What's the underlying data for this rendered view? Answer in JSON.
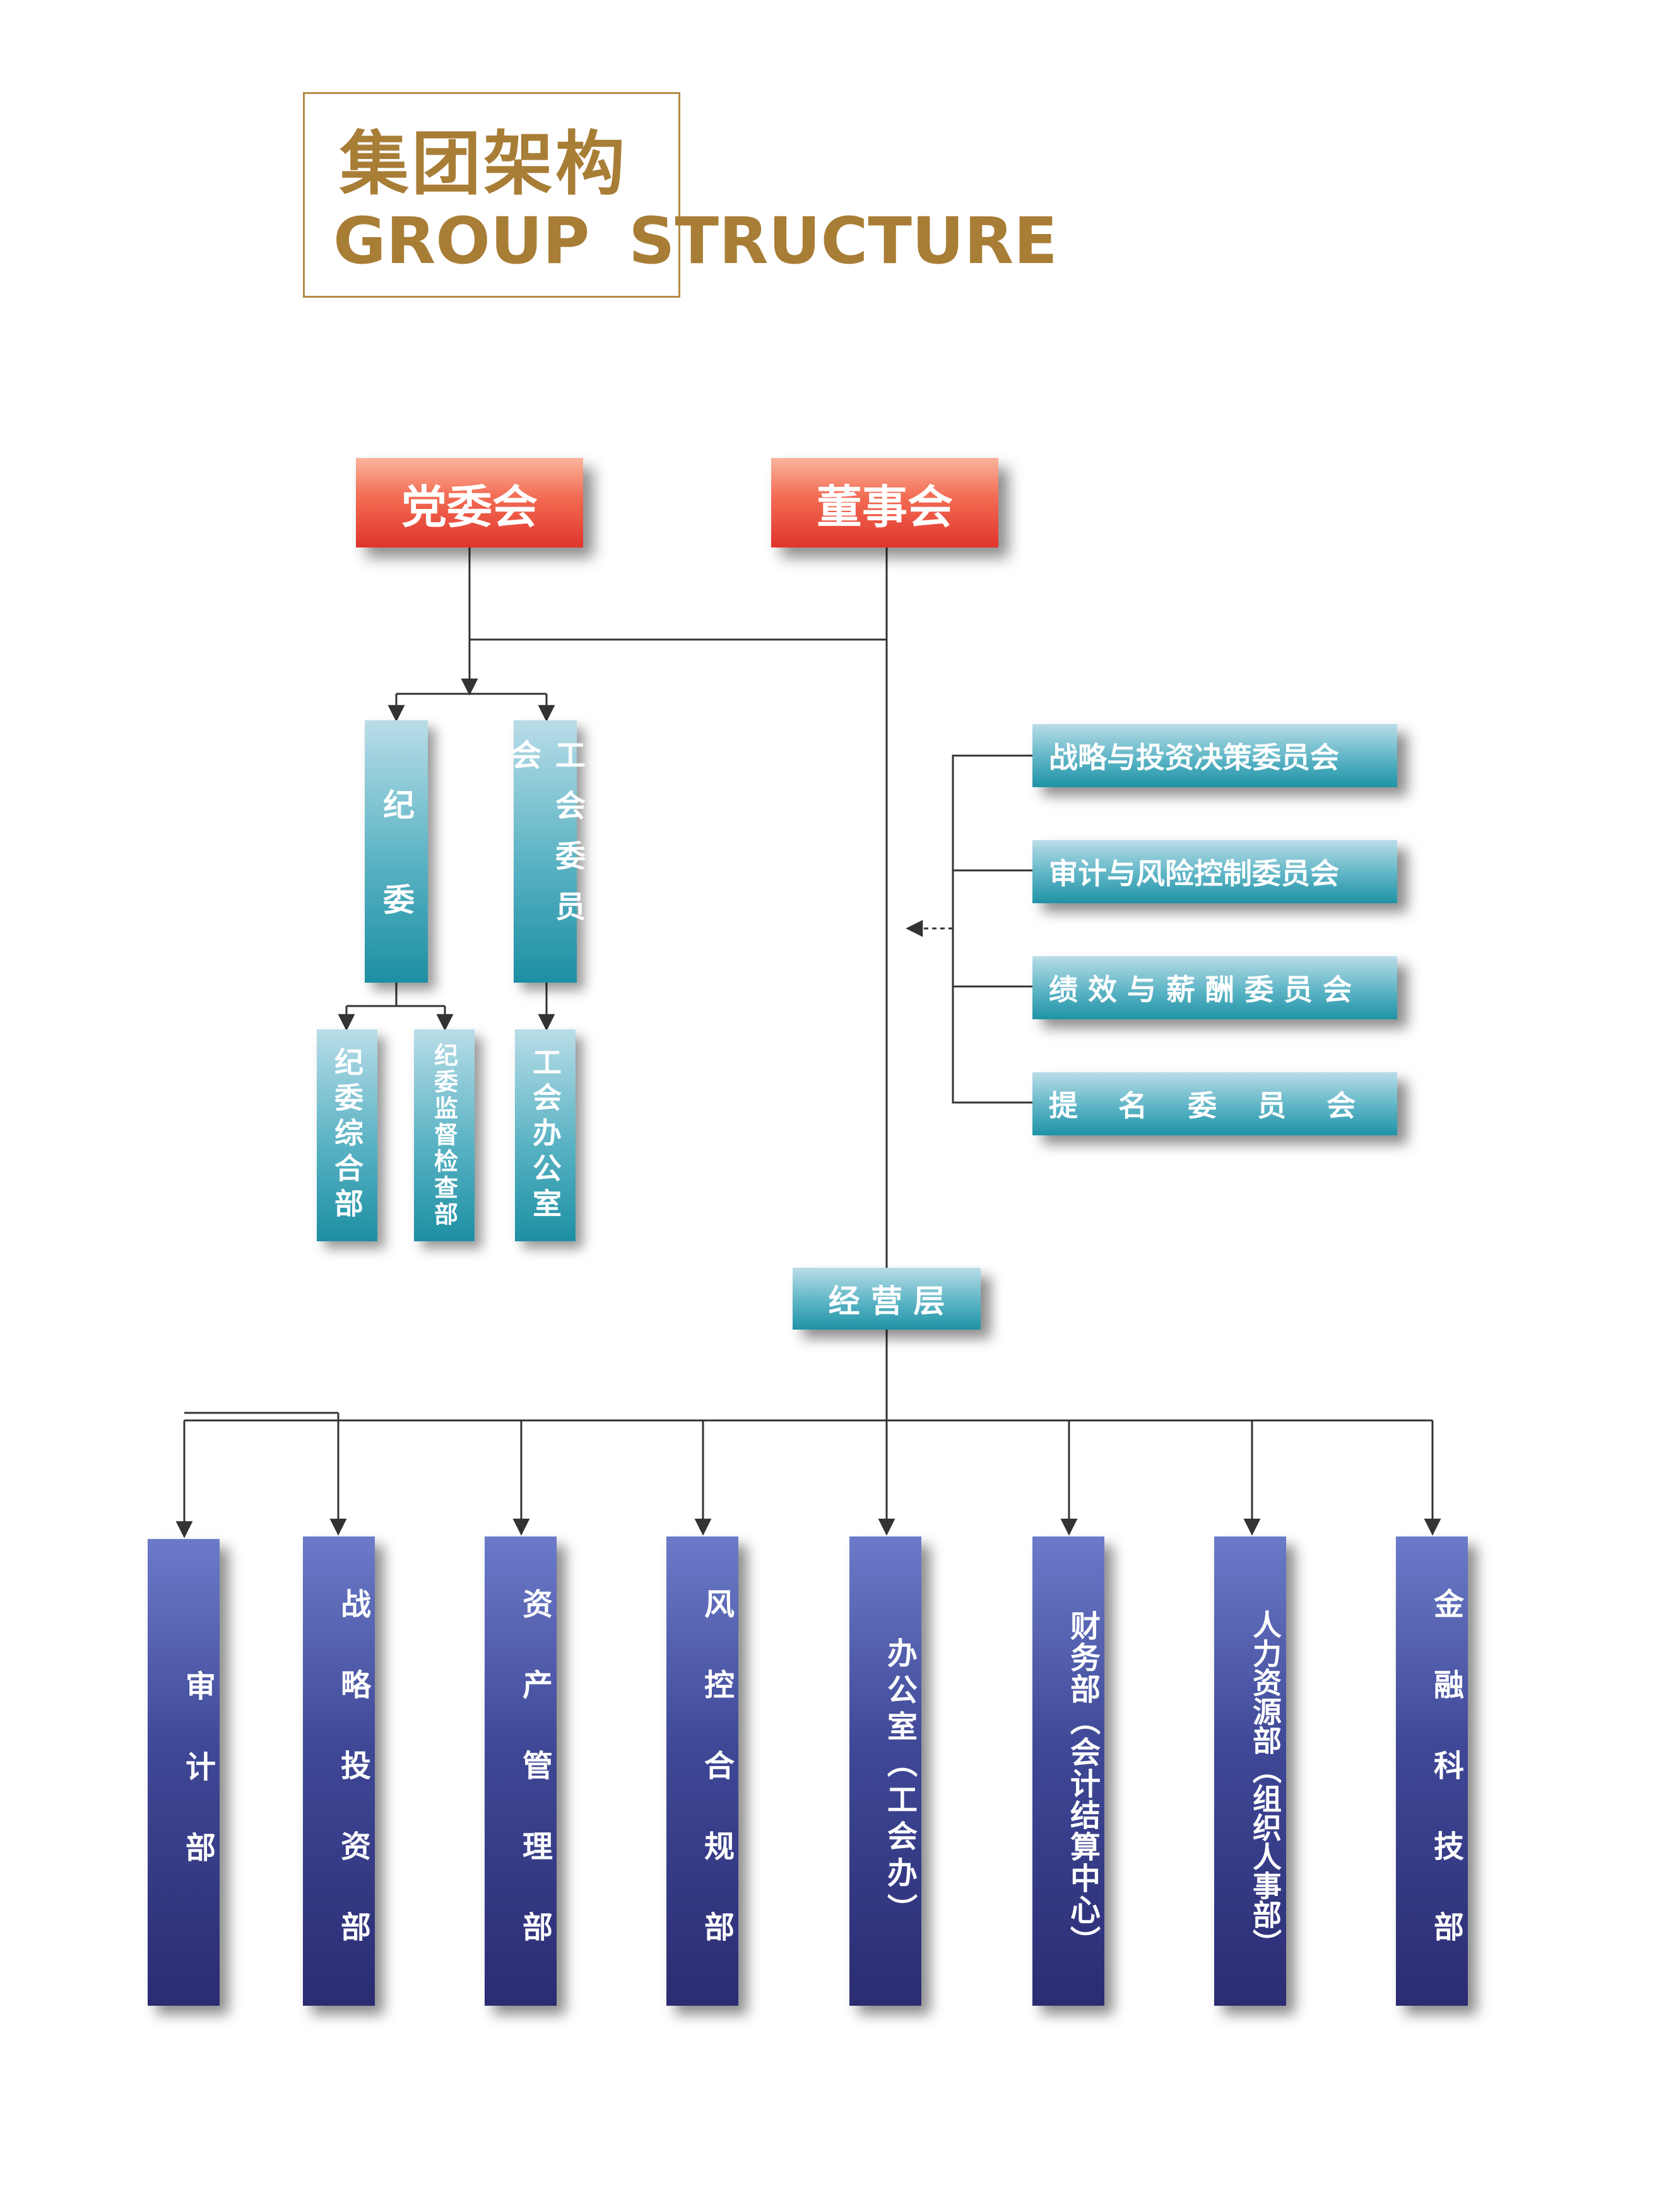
{
  "header": {
    "title_cn": "集团架构",
    "title_en": "GROUP  STRUCTURE"
  },
  "top": {
    "party": "党委会",
    "board": "董事会"
  },
  "party_branch": {
    "discipline": "纪委",
    "union": "工会委员会",
    "discipline_general": "纪委综合部",
    "discipline_supervision": "纪委监督检查部",
    "union_office": "工会办公室"
  },
  "committees": [
    "战略与投资决策委员会",
    "审计与风险控制委员会",
    "绩 效 与 薪 酬 委 员 会",
    "提    名    委    员    会"
  ],
  "management": "经 营 层",
  "departments": [
    "审计部",
    "战略投资部",
    "资产管理部",
    "风控合规部",
    "办公室（工会办）",
    "财务部（会计结算中心）",
    "人力资源部（组织人事部）",
    "金融科技部"
  ],
  "colors": {
    "gold": "#a87d36",
    "red": "#e0352b",
    "teal": "#1d8fa3",
    "purple": "#2b2c72",
    "line": "#333333"
  }
}
